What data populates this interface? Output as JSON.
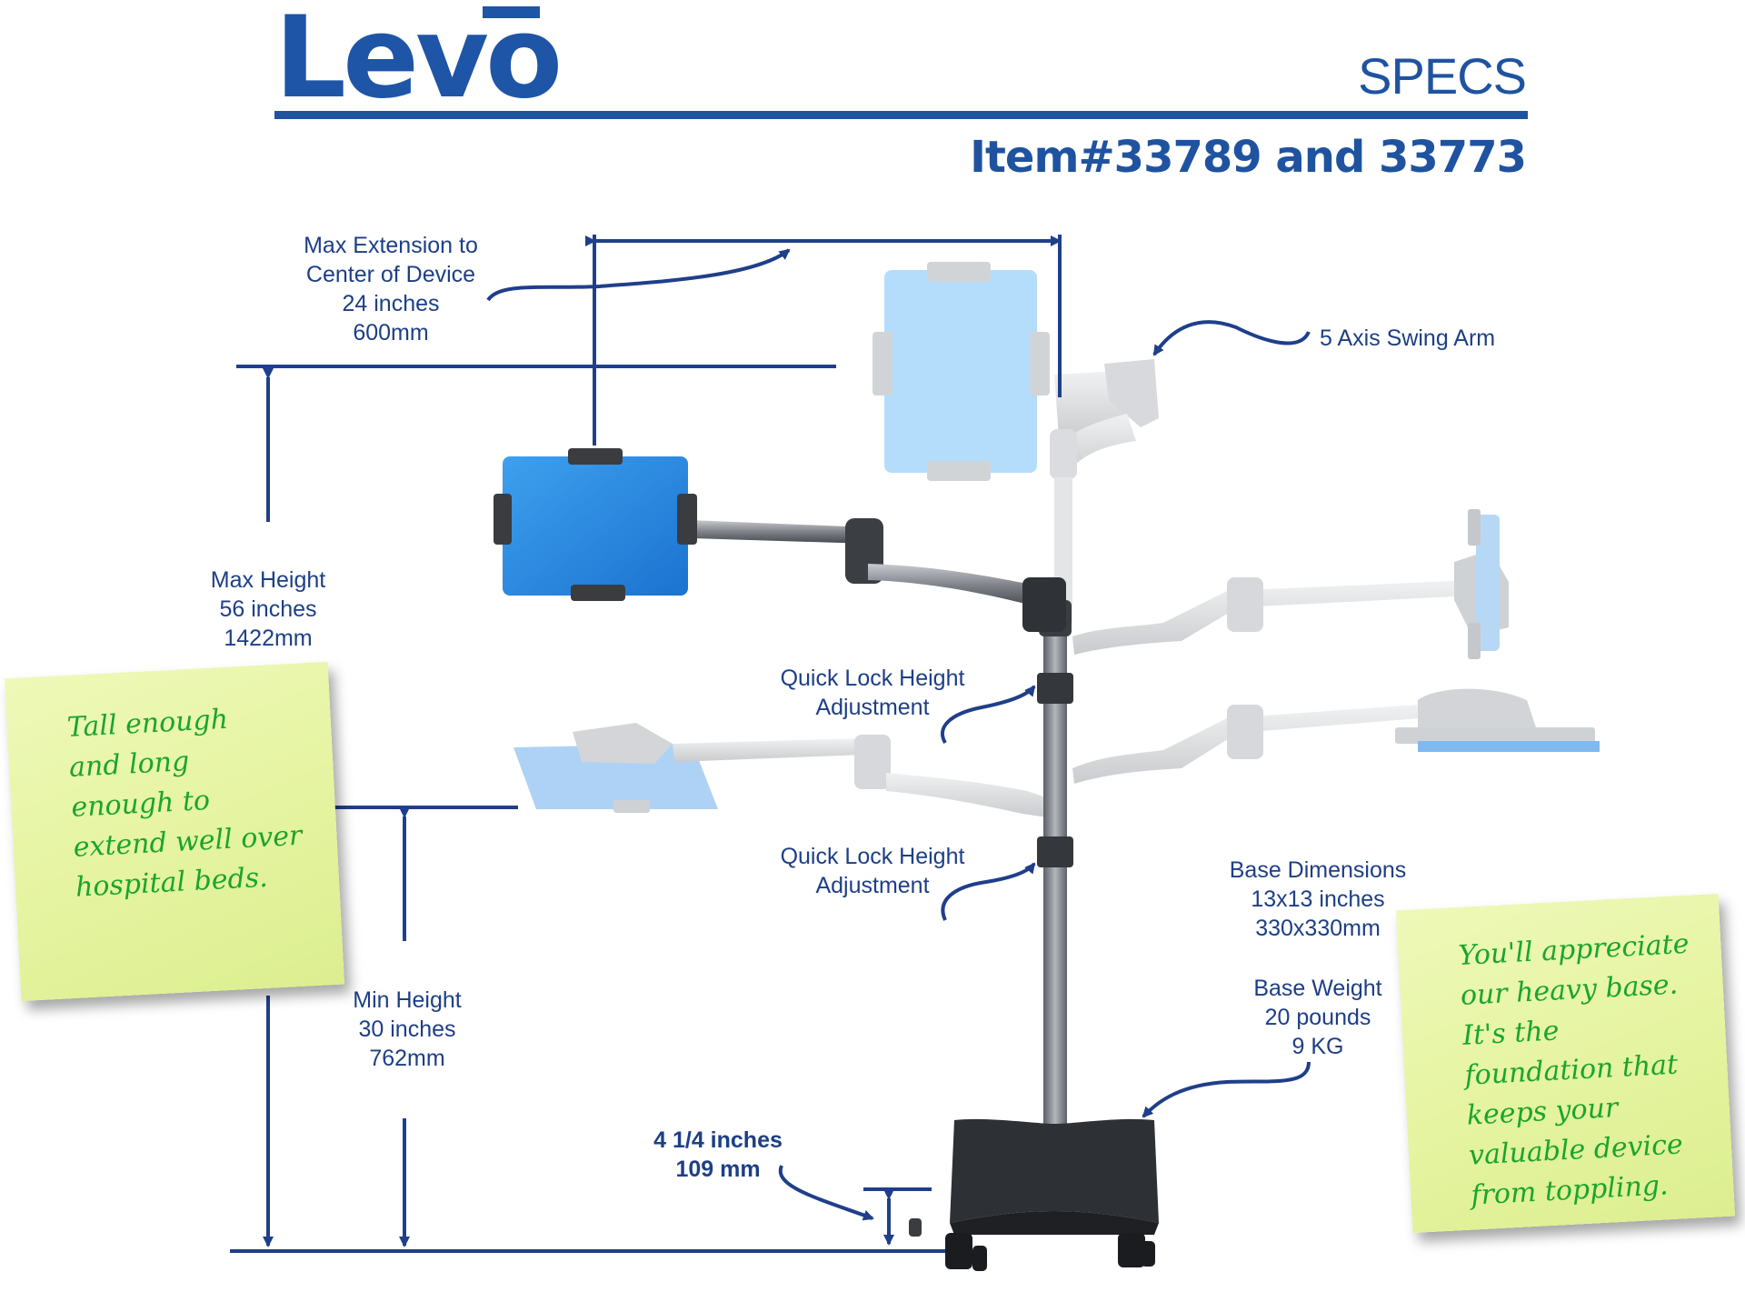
{
  "brand": {
    "logo_text": "Levo",
    "accent_color": "#1f53a0"
  },
  "header": {
    "title": "SPECS",
    "item_number": "Item#33789 and 33773"
  },
  "labels": {
    "max_extension": [
      "Max Extension to",
      "Center of Device",
      "24 inches",
      "600mm"
    ],
    "swing_arm": "5 Axis Swing Arm",
    "max_height": [
      "Max Height",
      "56 inches",
      "1422mm"
    ],
    "quick_lock_upper": [
      "Quick Lock Height",
      "Adjustment"
    ],
    "quick_lock_lower": [
      "Quick Lock Height",
      "Adjustment"
    ],
    "base_dimensions": [
      "Base Dimensions",
      "13x13 inches",
      "330x330mm"
    ],
    "base_weight": [
      "Base Weight",
      "20 pounds",
      "9 KG"
    ],
    "min_height": [
      "Min Height",
      "30 inches",
      "762mm"
    ],
    "base_clearance": [
      "4 1/4 inches",
      "109  mm"
    ]
  },
  "notes": {
    "left": [
      "Tall enough",
      "and long",
      "enough to",
      "extend well over",
      "hospital beds."
    ],
    "right": [
      "You'll appreciate",
      "our heavy base.",
      "It's the",
      "foundation that",
      "keeps your",
      "valuable device",
      "from toppling."
    ]
  }
}
